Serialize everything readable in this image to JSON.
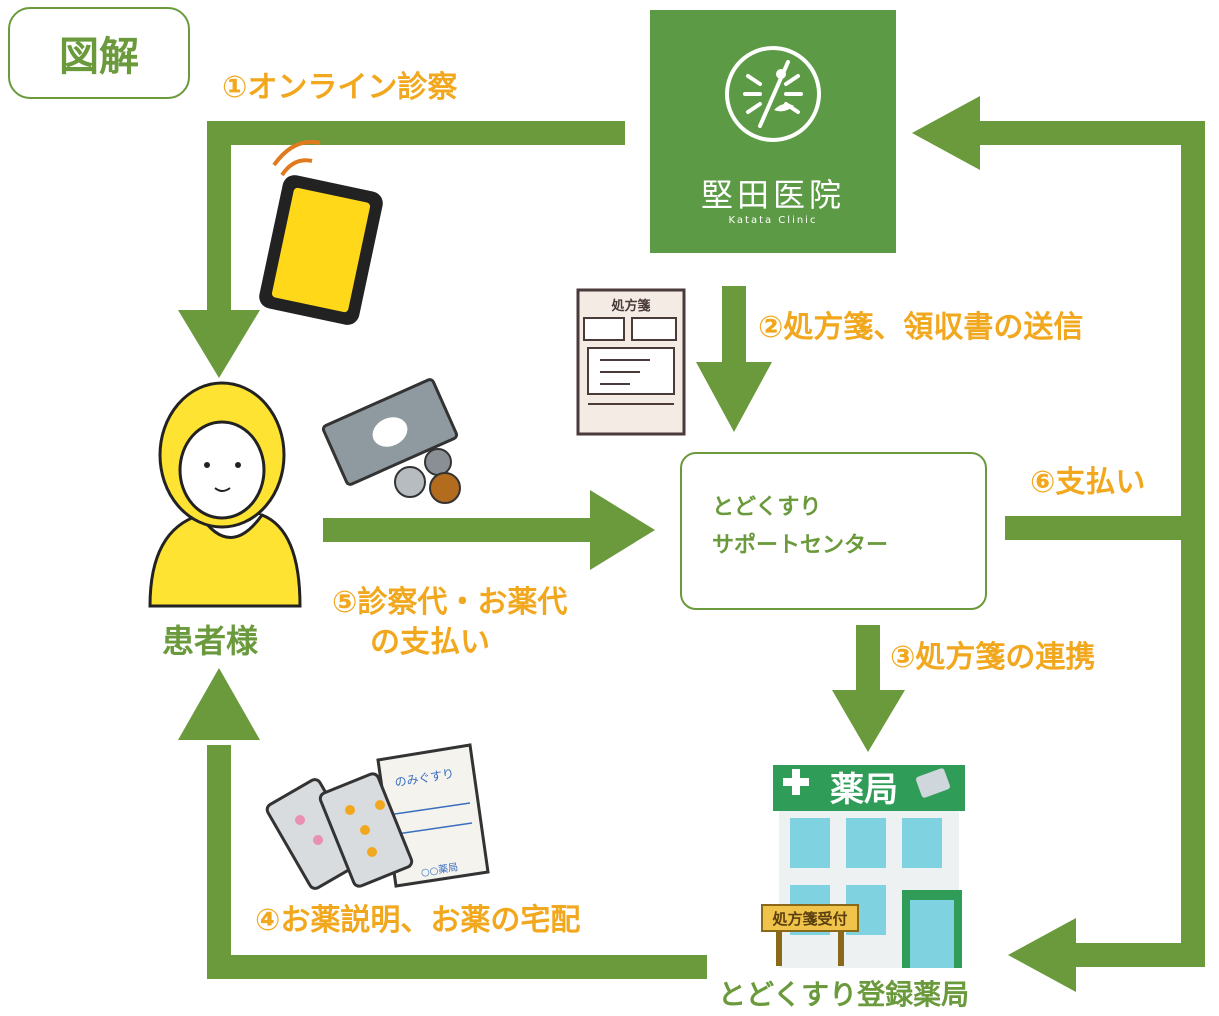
{
  "title": "図解",
  "clinic": {
    "name": "堅田医院",
    "subtitle": "Katata Clinic"
  },
  "nodes": {
    "patient": "患者様",
    "center_line1": "とどくすり",
    "center_line2": "サポートセンター",
    "pharmacy": "とどくすり登録薬局"
  },
  "steps": {
    "s1": "①オンライン診察",
    "s2": "②処方箋、領収書の送信",
    "s3": "③処方箋の連携",
    "s4": "④お薬説明、お薬の宅配",
    "s5_line1": "⑤診察代・お薬代",
    "s5_line2": "の支払い",
    "s6": "⑥支払い"
  },
  "illustrations": {
    "prescription_title": "処方箋",
    "pharmacy_sign": "薬局",
    "pharmacy_board": "処方箋受付",
    "medicine_bag_title": "のみぐすり",
    "medicine_bag_footer": "○○薬局"
  },
  "colors": {
    "green": "#6a9a3c",
    "clinic_bg": "#5c9a46",
    "orange": "#f2a81e"
  }
}
